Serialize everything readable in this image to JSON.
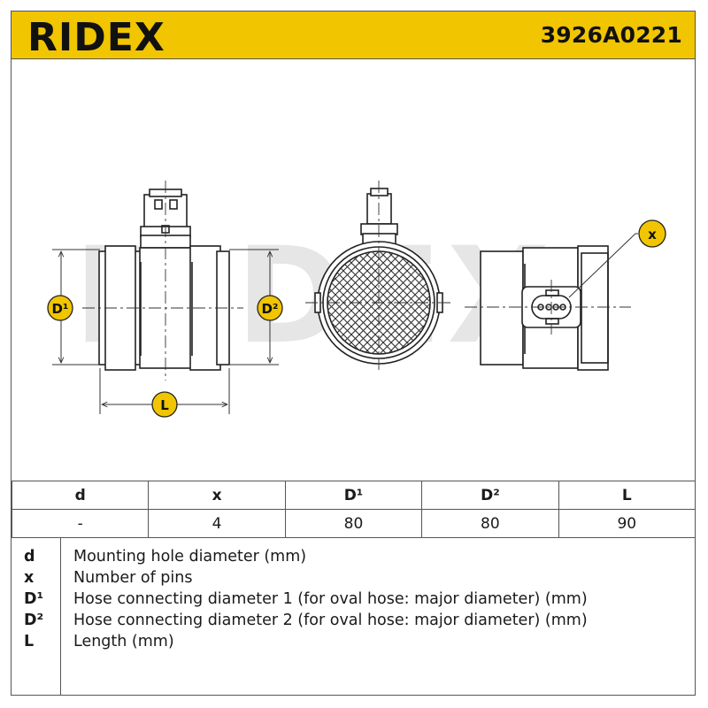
{
  "header": {
    "brand": "RIDEX",
    "part_number": "3926A0221",
    "color": "#f1c500"
  },
  "drawing": {
    "watermark": "RIDEX",
    "labels": {
      "d1": "D¹",
      "d2": "D²",
      "length": "L",
      "pins": "x"
    },
    "label_fill": "#f1c500"
  },
  "spec_table": {
    "headers": [
      "d",
      "x",
      "D¹",
      "D²",
      "L"
    ],
    "values": [
      "-",
      "4",
      "80",
      "80",
      "90"
    ]
  },
  "legend": [
    {
      "symbol": "d",
      "description": "Mounting hole diameter (mm)"
    },
    {
      "symbol": "x",
      "description": "Number of pins"
    },
    {
      "symbol": "D¹",
      "description": "Hose connecting diameter 1 (for oval hose: major diameter) (mm)"
    },
    {
      "symbol": "D²",
      "description": "Hose connecting diameter 2 (for oval hose: major diameter) (mm)"
    },
    {
      "symbol": "L",
      "description": "Length (mm)"
    }
  ]
}
